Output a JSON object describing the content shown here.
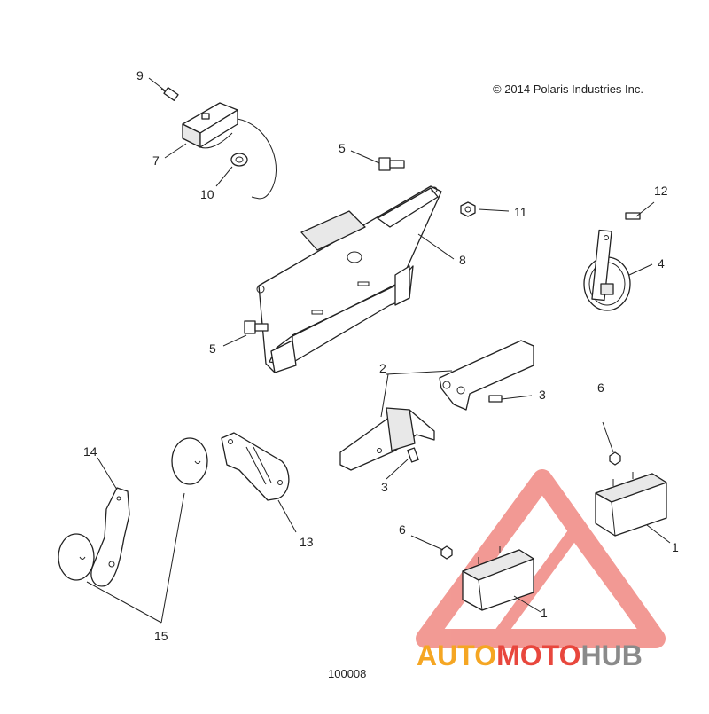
{
  "diagram": {
    "copyright": "© 2014  Polaris Industries Inc.",
    "drawing_number": "100008",
    "watermark": {
      "part1": "AUTO",
      "part2": "MOTO",
      "part3": "HUB",
      "color_orange": "#f5a623",
      "color_red": "#e8473d",
      "color_gray": "#8a8a8a"
    },
    "callouts": {
      "c1a": "1",
      "c1b": "1",
      "c2": "2",
      "c3a": "3",
      "c3b": "3",
      "c4": "4",
      "c5a": "5",
      "c5b": "5",
      "c6a": "6",
      "c6b": "6",
      "c7": "7",
      "c8": "8",
      "c9": "9",
      "c10": "10",
      "c11": "11",
      "c12": "12",
      "c13": "13",
      "c14": "14",
      "c15": "15"
    }
  }
}
